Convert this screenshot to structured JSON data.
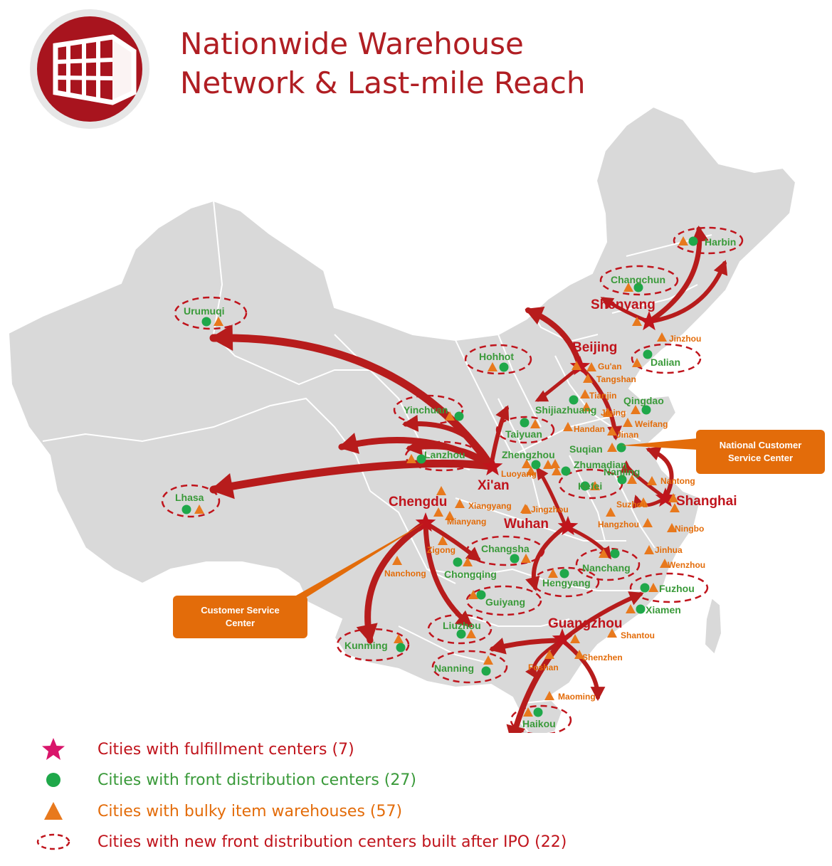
{
  "title": {
    "line1": "Nationwide Warehouse",
    "line2": "Network & Last-mile Reach"
  },
  "colors": {
    "brand_red": "#b01e23",
    "land_gray": "#d9d9d9",
    "border_white": "#ffffff",
    "front_dc_green": "#1fa84a",
    "bulky_orange": "#e8791d",
    "fulfillment_star": "#c0141c",
    "legend_star": "#d9166b",
    "arrow_red": "#b71c1c",
    "green_text": "#3a9a3a",
    "orange_text": "#e36c0a",
    "callout_orange": "#e36c0a"
  },
  "fulfillment_centers": [
    "Shenyang",
    "Beijing",
    "Xi'an",
    "Chengdu",
    "Wuhan",
    "Shanghai",
    "Guangzhou"
  ],
  "front_distribution_cities": [
    "Harbin",
    "Changchun",
    "Urumuqi",
    "Hohhot",
    "Dalian",
    "Yinchuan",
    "Lanzhou",
    "Taiyuan",
    "Shijiazhuang",
    "Qingdao",
    "Zhengzhou",
    "Suqian",
    "Zhumadian",
    "Hefei",
    "Nanjing",
    "Lhasa",
    "Chongqing",
    "Changsha",
    "Hengyang",
    "Nanchang",
    "Fuzhou",
    "Xiamen",
    "Guiyang",
    "Liuzhou",
    "Kunming",
    "Nanning",
    "Haikou"
  ],
  "bulky_labeled_cities": [
    "Jinzhou",
    "Gu'an",
    "Tangshan",
    "Tianjin",
    "Jining",
    "Weifang",
    "Handan",
    "Jinan",
    "Luoyang",
    "Nantong",
    "Suzhou",
    "Xiangyang",
    "Mianyang",
    "Jingzhou",
    "Hangzhou",
    "Ningbo",
    "Zigong",
    "Nanchong",
    "Jinhua",
    "Wenzhou",
    "Shantou",
    "Foshan",
    "Shenzhen",
    "Maoming"
  ],
  "new_after_ipo_cities": [
    "Harbin",
    "Changchun",
    "Urumuqi",
    "Hohhot",
    "Dalian",
    "Yinchuan",
    "Lanzhou",
    "Taiyuan",
    "Lhasa",
    "Hefei",
    "Changsha",
    "Hengyang",
    "Nanchang",
    "Fuzhou",
    "Guiyang",
    "Liuzhou",
    "Kunming",
    "Nanning",
    "Haikou"
  ],
  "callouts": {
    "national": [
      "National Customer",
      "Service Center"
    ],
    "customer_service": [
      "Customer Service",
      "Center"
    ]
  },
  "legend": [
    {
      "symbol": "star",
      "color": "#d9166b",
      "text": "Cities with fulfillment centers (7)",
      "text_color": "#c0141c"
    },
    {
      "symbol": "circle",
      "color": "#1fa84a",
      "text": "Cities with front distribution centers (27)",
      "text_color": "#3a9a3a"
    },
    {
      "symbol": "triangle",
      "color": "#e8791d",
      "text": "Cities with bulky item warehouses (57)",
      "text_color": "#e36c0a"
    },
    {
      "symbol": "dashed-ellipse",
      "color": "#c0141c",
      "text": "Cities with new front distribution centers built after IPO (22)",
      "text_color": "#c0141c"
    }
  ]
}
